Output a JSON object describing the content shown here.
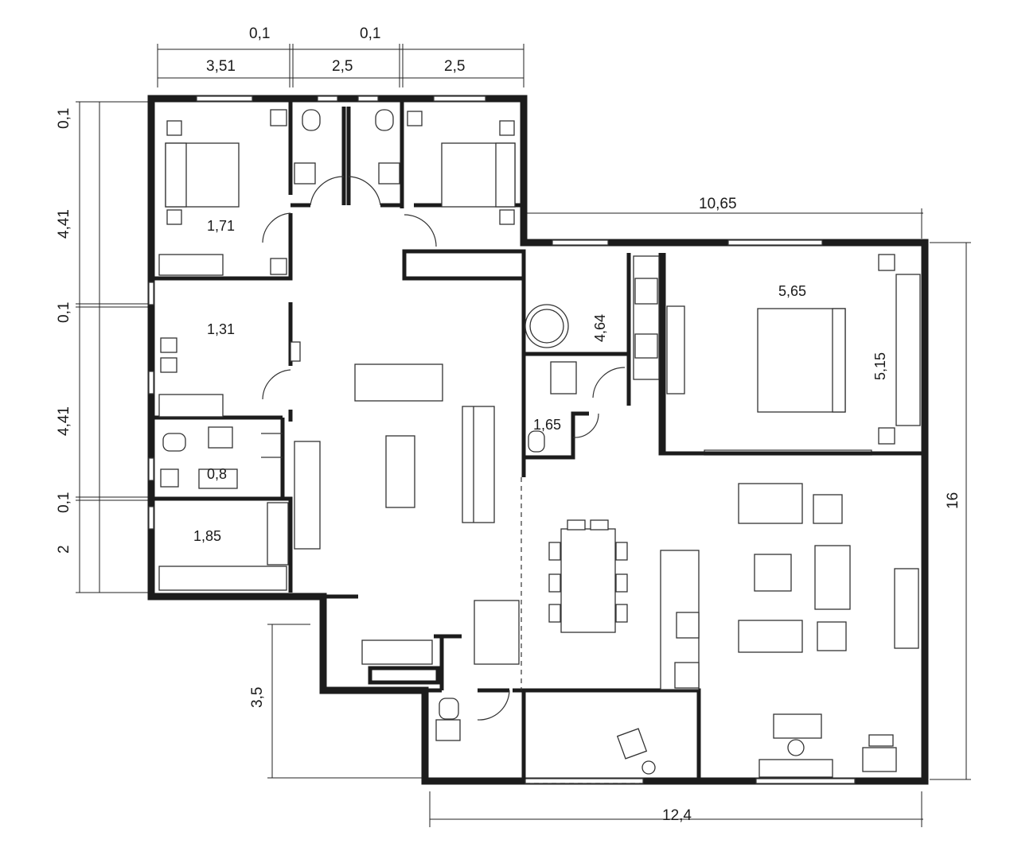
{
  "dimensions": {
    "top_small_1": "0,1",
    "top_small_2": "0,1",
    "top_1": "3,51",
    "top_2": "2,5",
    "top_3": "2,5",
    "right_top": "10,65",
    "left_1": "0,1",
    "left_2": "4,41",
    "left_3": "0,1",
    "left_4": "4,41",
    "left_5": "0,1",
    "left_6": "2",
    "left_lower": "3,5",
    "right_total": "16",
    "bottom_total": "12,4"
  },
  "rooms": {
    "bedroom_1": "1,71",
    "room_2": "1,31",
    "bath_small": "0,8",
    "room_4": "1,85",
    "closet": "4,64",
    "wc": "1,65",
    "master_w": "5,65",
    "master_h": "5,15"
  },
  "icons": [
    "bed-icon",
    "toilet-icon",
    "sink-icon",
    "sofa-icon",
    "table-icon",
    "stove-icon",
    "desk-icon",
    "wardrobe-icon"
  ]
}
